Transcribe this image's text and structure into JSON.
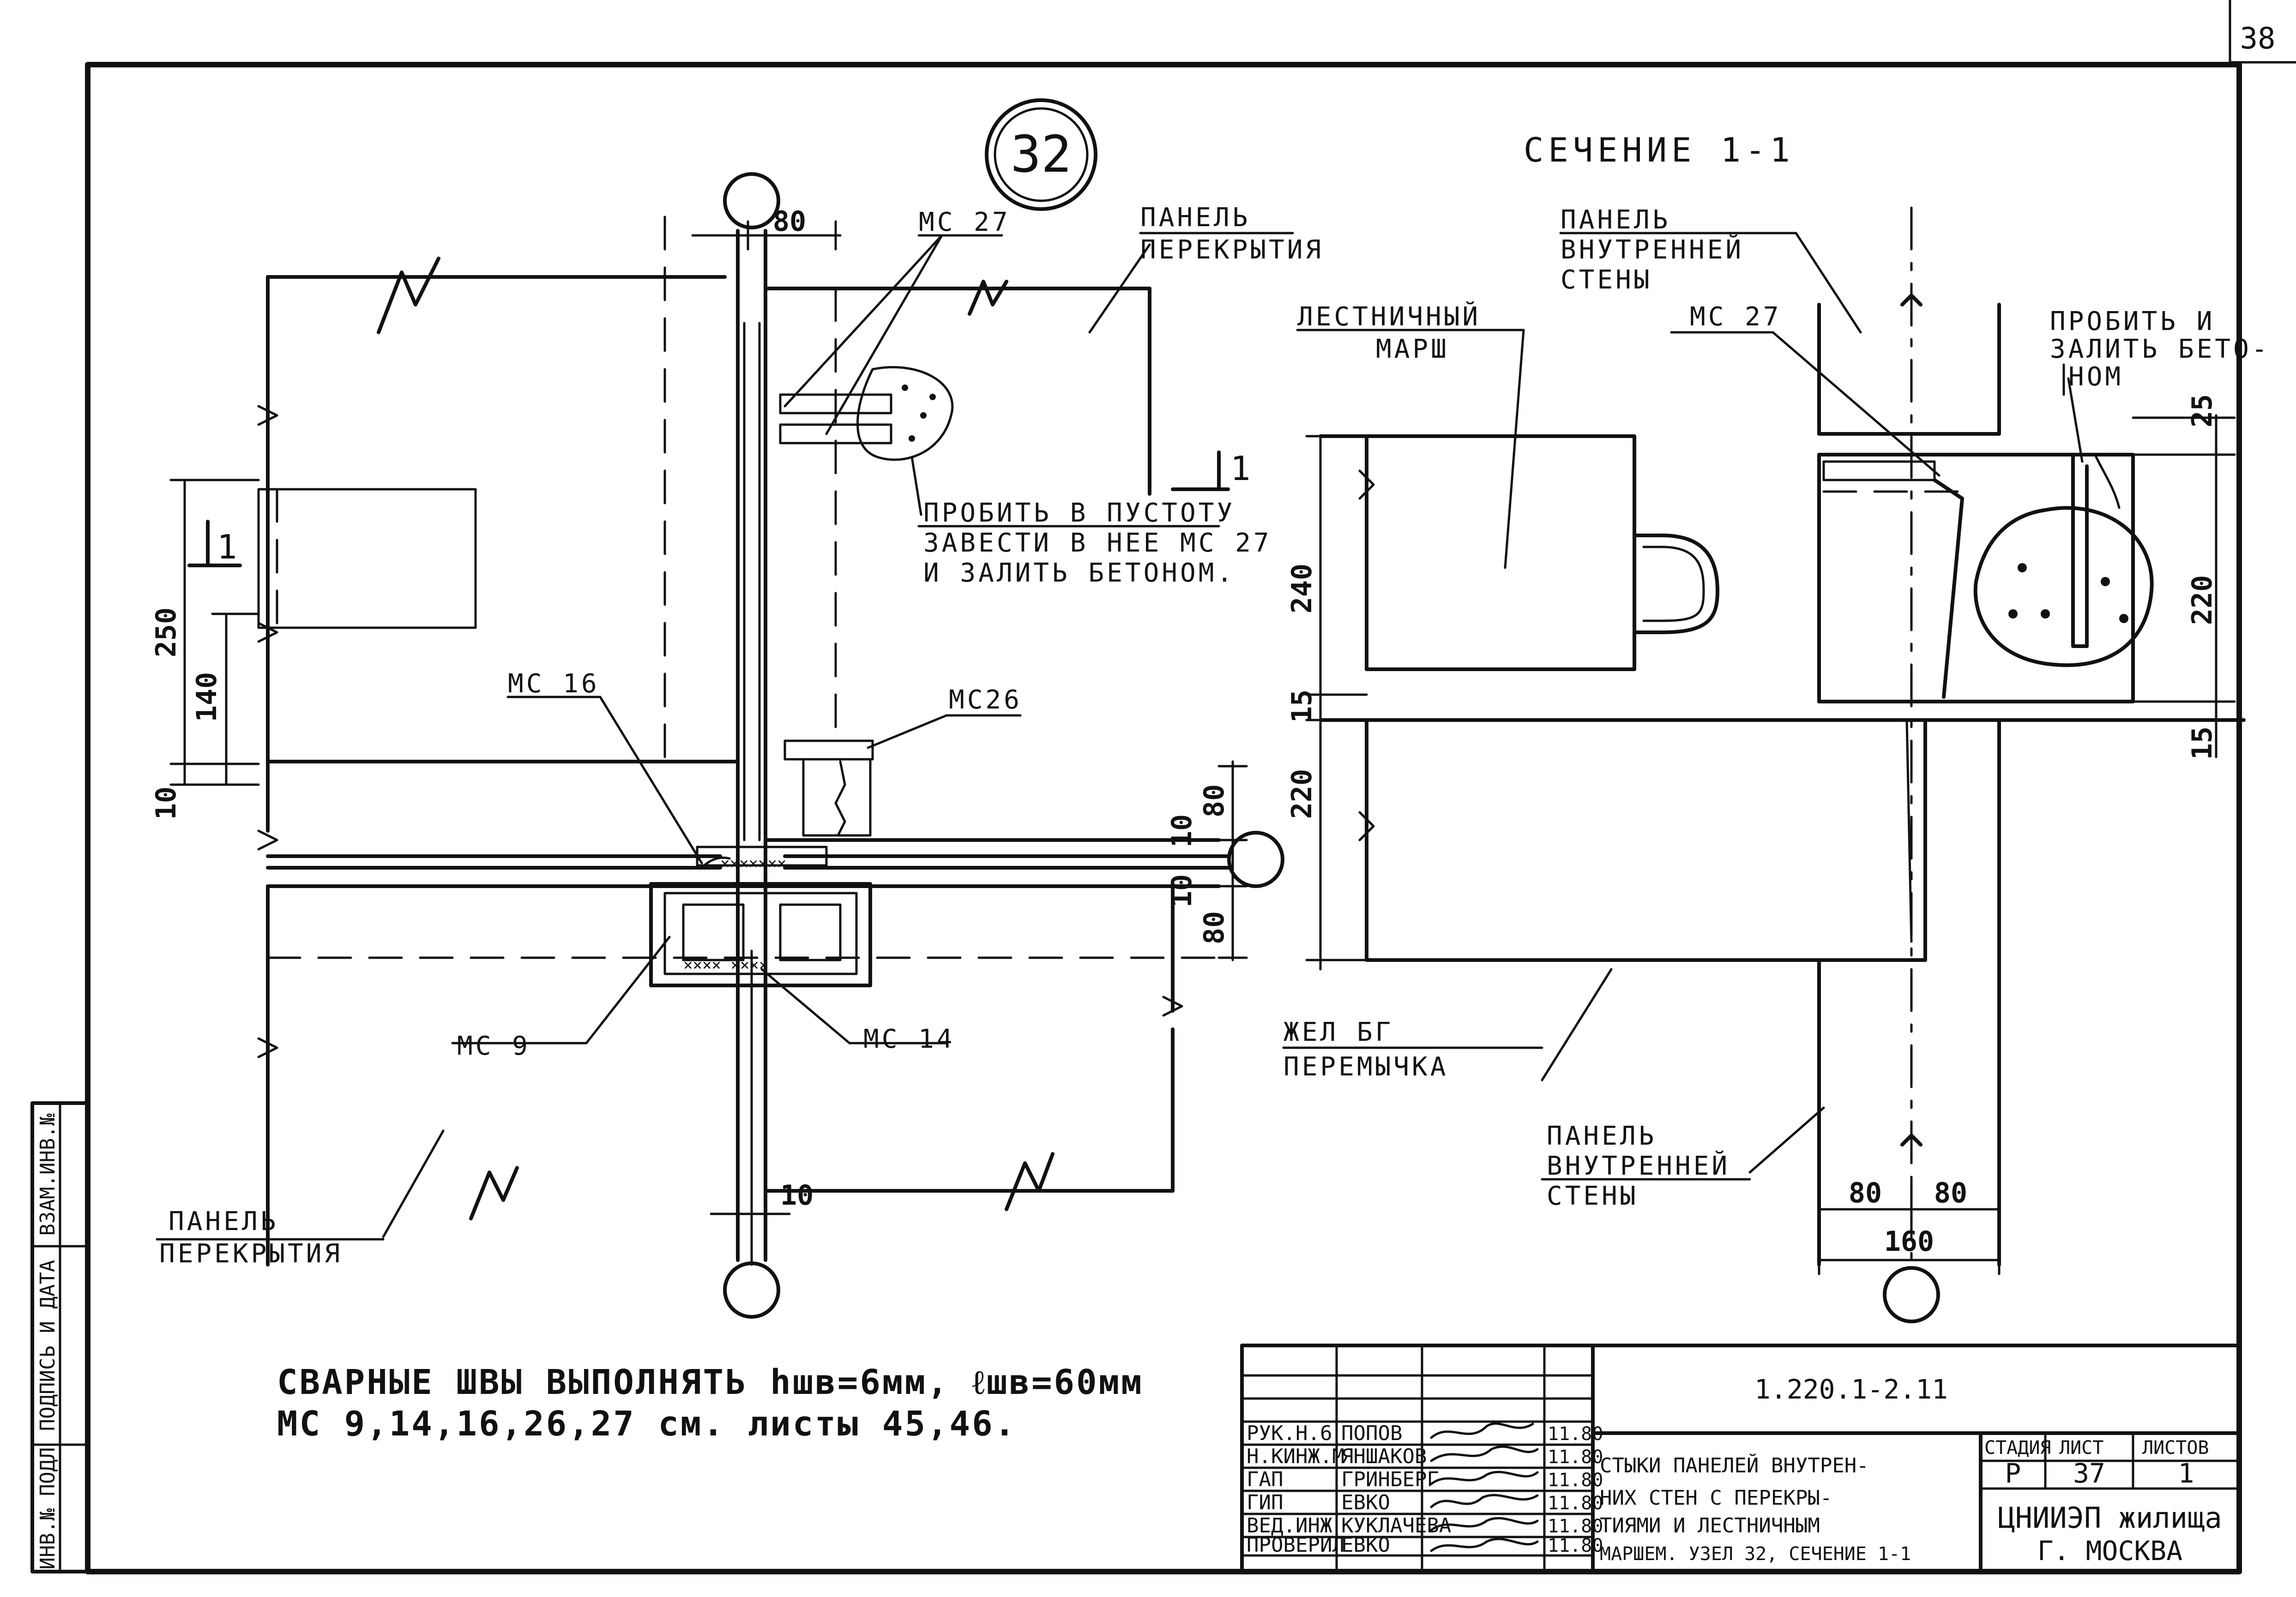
{
  "sheet_number": "38",
  "node_number": "32",
  "section_title": "СЕЧЕНИЕ 1-1",
  "plan": {
    "mc27": "МС 27",
    "panel_floor_top": [
      "ПАНЕЛЬ",
      "ПЕРЕКРЫТИЯ"
    ],
    "dim_top_80": "80",
    "cut_mark": "1",
    "punch_note": [
      "ПРОБИТЬ В ПУСТОТУ",
      "ЗАВЕСТИ В НЕЕ  МС 27",
      "И ЗАЛИТЬ БЕТОНОМ."
    ],
    "mc16": "МС 16",
    "mc26": "МС26",
    "mc9": "МС 9",
    "mc14": "МС 14",
    "dim_250": "250",
    "dim_140": "140",
    "dim_10_left": "10",
    "dim_80_upper": "80",
    "dim_10_upper": "10",
    "dim_10_lower": "10",
    "dim_80_lower": "80",
    "dim_10_bottom": "10",
    "panel_floor_bottom": [
      "ПАНЕЛЬ",
      "ПЕРЕКРЫТИЯ"
    ]
  },
  "section": {
    "panel_wall_top": [
      "ПАНЕЛЬ",
      "ВНУТРЕННЕЙ",
      "СТЕНЫ"
    ],
    "stair_flight": [
      "ЛЕСТНИЧНЫЙ",
      "МАРШ"
    ],
    "mc27": "МС 27",
    "punch_note": [
      "ПРОБИТЬ И",
      "ЗАЛИТЬ БЕТО-",
      "НОМ"
    ],
    "dim_25": "25",
    "dim_220_right": "220",
    "dim_15_right": "15",
    "dim_240": "240",
    "dim_15_left": "15",
    "dim_220_left": "220",
    "lintel": [
      "ЖЕЛ БГ",
      "ПЕРЕМЫЧКА"
    ],
    "panel_wall_bottom": [
      "ПАНЕЛЬ",
      "ВНУТРЕННЕЙ",
      "СТЕНЫ"
    ],
    "dim_80_a": "80",
    "dim_80_b": "80",
    "dim_160": "160"
  },
  "notes": [
    "СВАРНЫЕ ШВЫ ВЫПОЛНЯТЬ hшв=6мм, ℓшв=60мм",
    "МС 9,14,16,26,27 см. листы 45,46."
  ],
  "side_stamp": [
    "ИНВ.№ ПОДЛ",
    "ПОДПИСЬ И ДАТА",
    "ВЗАМ.ИНВ.№"
  ],
  "title_block": {
    "doc_code": "1.220.1-2.11",
    "roles": [
      "РУК.Н.6",
      "Н.КИНЖ.М",
      "ГАП",
      "ГИП",
      "ВЕД.ИНЖ",
      "ПРОВЕРИЛ"
    ],
    "names": [
      "ПОПОВ",
      "ЯНШАКОВ",
      "ГРИНБЕРГ",
      "ЕВКО",
      "КУКЛАЧЕВА",
      "ЕВКО"
    ],
    "dates": [
      "11.80",
      "11.80",
      "11.80",
      "11.80",
      "11.80",
      "11.80"
    ],
    "title": [
      "СТЫКИ ПАНЕЛЕЙ ВНУТРЕН-",
      "НИХ СТЕН С ПЕРЕКРЫ-",
      "ТИЯМИ И ЛЕСТНИЧНЫМ",
      "МАРШЕМ. УЗЕЛ 32, СЕЧЕНИЕ 1-1"
    ],
    "stage_header": "СТАДИЯ",
    "sheet_header": "ЛИСТ",
    "sheets_header": "ЛИСТОВ",
    "stage": "Р",
    "sheet": "37",
    "sheets": "1",
    "org": "ЦНИИЭП жилища",
    "city": "Г. МОСКВА"
  }
}
